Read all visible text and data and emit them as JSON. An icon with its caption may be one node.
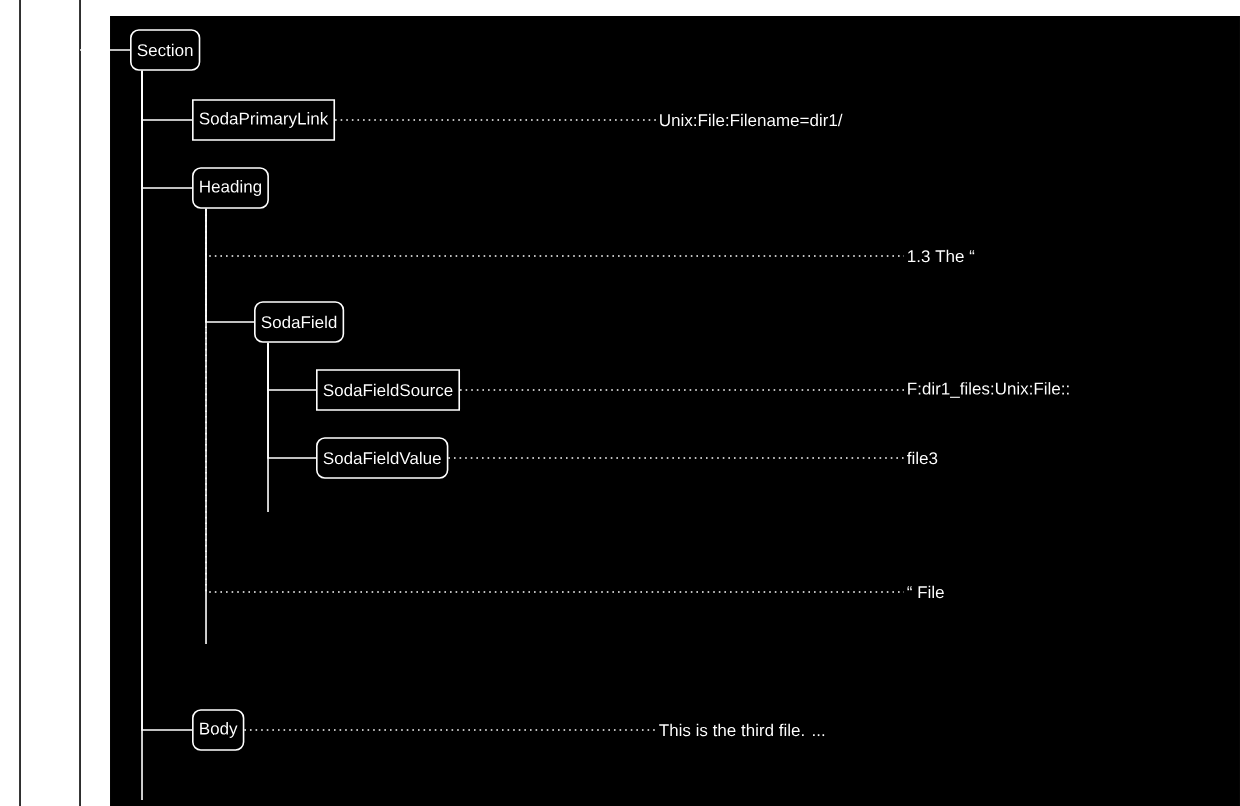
{
  "diagram": {
    "nodes": [
      {
        "text": [
          "Section"
        ]
      },
      {
        "text": [
          "SodaPrimaryLink"
        ]
      },
      {
        "text": [
          "Unix:File:Filename=dir1/"
        ]
      },
      {
        "text": [
          "Heading"
        ]
      },
      {
        "text": [
          "1.3 The “"
        ]
      },
      {
        "text": [
          "SodaField"
        ]
      },
      {
        "text": [
          "SodaFieldSource"
        ]
      },
      {
        "text": [
          "F:dir1_files:Unix:File::"
        ]
      },
      {
        "text": [
          "SodaFieldValue"
        ]
      },
      {
        "text": [
          "file3"
        ]
      },
      {
        "text": [
          "“ File"
        ]
      },
      {
        "text": [
          "Body"
        ]
      },
      {
        "text": [
          "This is the third file. ..."
        ]
      }
    ],
    "edges": [
      {
        "from": null,
        "to": 0,
        "arrow": "none"
      },
      {
        "from": 0,
        "to": 1,
        "arrow": "none"
      },
      {
        "from": 1,
        "to": 2,
        "arrow": "none",
        "style": "dashed"
      },
      {
        "from": 0,
        "to": 3,
        "arrow": "none"
      },
      {
        "from": 3,
        "to": 4,
        "arrow": "none",
        "style": "dashed"
      },
      {
        "from": 3,
        "to": 5,
        "arrow": "none"
      },
      {
        "from": 5,
        "to": 6,
        "arrow": "none"
      },
      {
        "from": 6,
        "to": 7,
        "arrow": "none",
        "style": "dashed"
      },
      {
        "from": 5,
        "to": 8,
        "arrow": "none"
      },
      {
        "from": 8,
        "to": 9,
        "arrow": "none",
        "style": "dashed"
      },
      {
        "from": 3,
        "to": 10,
        "arrow": "none",
        "style": "dashed"
      },
      {
        "from": 0,
        "to": 11,
        "arrow": "none"
      },
      {
        "from": 11,
        "to": 12,
        "arrow": "none",
        "style": "dashed"
      }
    ]
  }
}
